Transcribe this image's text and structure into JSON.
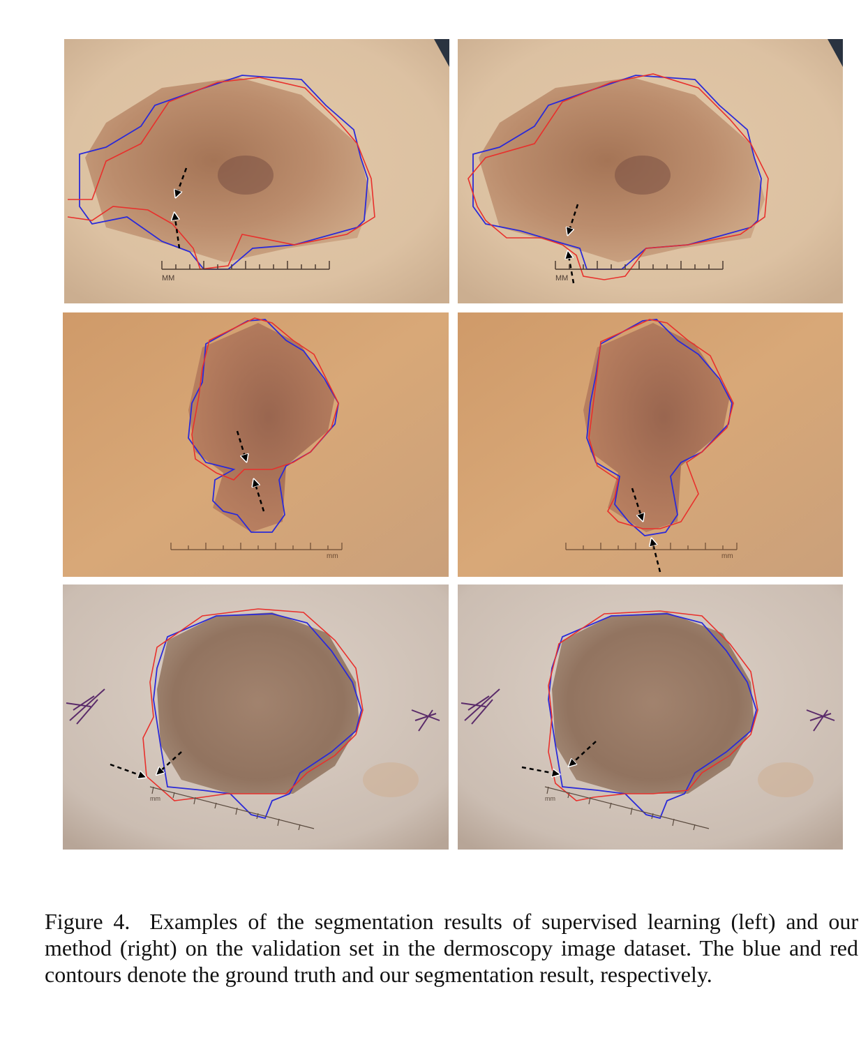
{
  "figure": {
    "label": "Figure 4.",
    "caption": "Examples of the segmentation results of supervised learning (left) and our method (right) on the validation set in the dermoscopy image dataset. The blue and red contours denote the ground truth and our segmentation result, respectively."
  },
  "colors": {
    "ground_truth_contour": "#2a2ad8",
    "segmentation_contour": "#e8302c",
    "arrow": "#000000"
  },
  "panels": [
    {
      "row": 1,
      "column": "left",
      "ruler_label": "MM"
    },
    {
      "row": 1,
      "column": "right",
      "ruler_label": "MM"
    },
    {
      "row": 2,
      "column": "left",
      "ruler_label": "mm"
    },
    {
      "row": 2,
      "column": "right",
      "ruler_label": "mm"
    },
    {
      "row": 3,
      "column": "left",
      "ruler_label": "mm"
    },
    {
      "row": 3,
      "column": "right",
      "ruler_label": "mm"
    }
  ]
}
